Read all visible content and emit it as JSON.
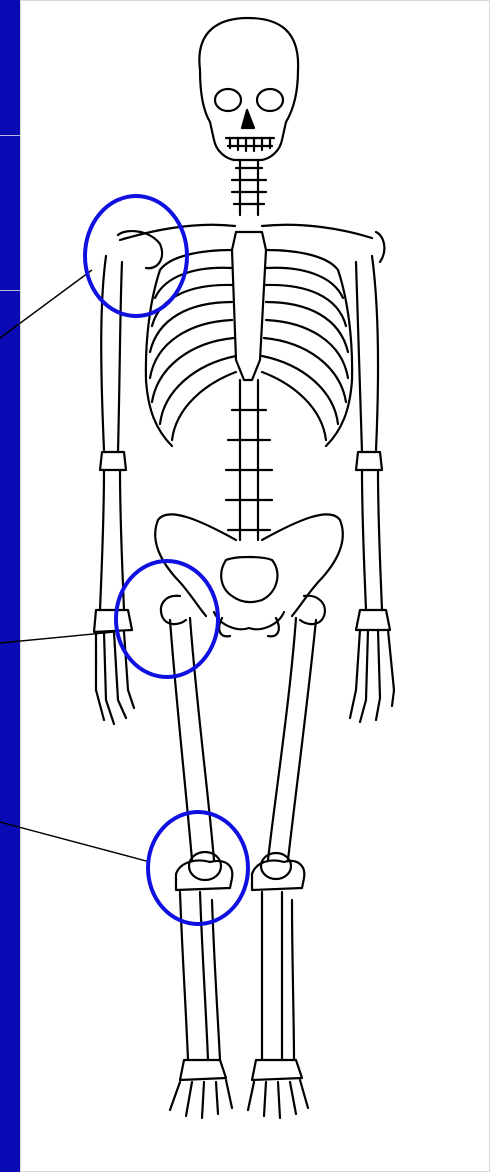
{
  "colors": {
    "background": "#0a07b3",
    "figure_panel": "#ffffff",
    "highlight_circle": "#1010e0",
    "line_art": "#000000"
  },
  "highlights": [
    {
      "joint": "shoulder"
    },
    {
      "joint": "hip"
    },
    {
      "joint": "knee"
    }
  ]
}
